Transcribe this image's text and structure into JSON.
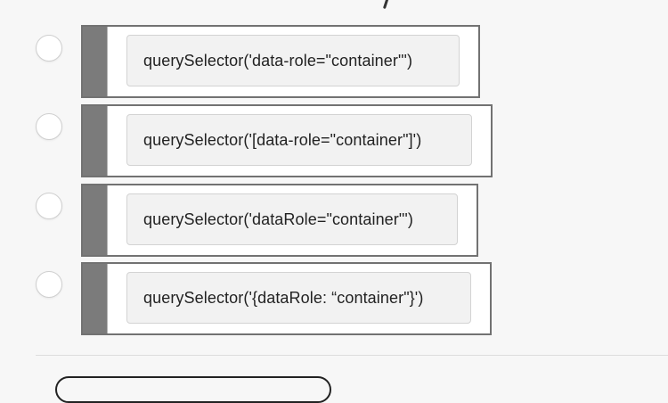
{
  "question": {
    "options": [
      {
        "code": "querySelector('data-role=\"container\"')"
      },
      {
        "code": "querySelector('[data-role=\"container\"]')"
      },
      {
        "code": "querySelector('dataRole=\"container\"')"
      },
      {
        "code": "querySelector('{dataRole: “container\"}')"
      }
    ]
  }
}
